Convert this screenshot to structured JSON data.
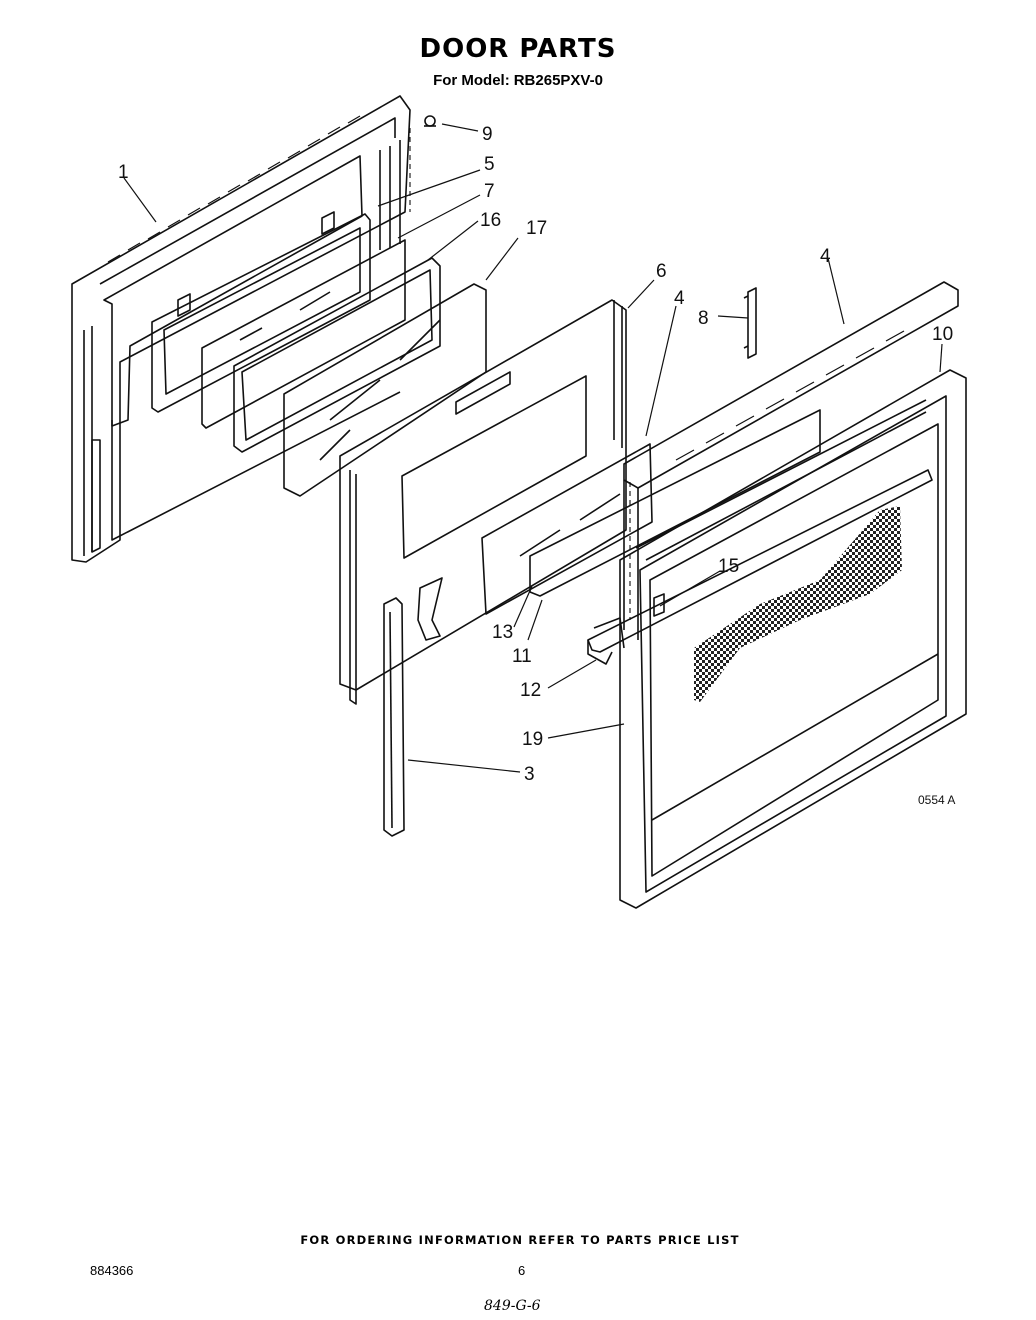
{
  "header": {
    "title": "DOOR PARTS",
    "model_label": "For Model:",
    "model_number": "RB265PXV-0"
  },
  "callouts": [
    {
      "id": "c1",
      "label": "1"
    },
    {
      "id": "c9",
      "label": "9"
    },
    {
      "id": "c5",
      "label": "5"
    },
    {
      "id": "c7",
      "label": "7"
    },
    {
      "id": "c16",
      "label": "16"
    },
    {
      "id": "c17",
      "label": "17"
    },
    {
      "id": "c6",
      "label": "6"
    },
    {
      "id": "c4a",
      "label": "4"
    },
    {
      "id": "c4b",
      "label": "4"
    },
    {
      "id": "c8",
      "label": "8"
    },
    {
      "id": "c10",
      "label": "10"
    },
    {
      "id": "c15",
      "label": "15"
    },
    {
      "id": "c13",
      "label": "13"
    },
    {
      "id": "c11",
      "label": "11"
    },
    {
      "id": "c12",
      "label": "12"
    },
    {
      "id": "c19",
      "label": "19"
    },
    {
      "id": "c3",
      "label": "3"
    }
  ],
  "diagram_code": "0554 A",
  "footer": {
    "ordering_note": "FOR ORDERING INFORMATION REFER TO PARTS PRICE LIST",
    "document_number": "884366",
    "page_number": "6",
    "handwritten_note": "849-G-6"
  }
}
